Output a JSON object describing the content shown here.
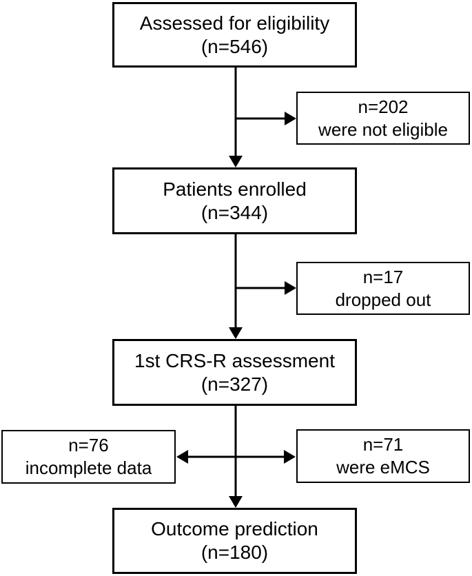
{
  "flowchart": {
    "background_color": "#ffffff",
    "box_fill_color": "#ffffff",
    "border_color": "#000000",
    "text_color": "#000000",
    "arrow_color": "#000000",
    "nodes": {
      "assessed": {
        "line1": "Assessed for eligibility",
        "line2": "(n=546)"
      },
      "not_eligible": {
        "line1": "n=202",
        "line2": "were not eligible"
      },
      "enrolled": {
        "line1": "Patients enrolled",
        "line2": "(n=344)"
      },
      "dropped_out": {
        "line1": "n=17",
        "line2": "dropped out"
      },
      "crsr_assessment": {
        "line1": "1st CRS-R assessment",
        "line2": "(n=327)"
      },
      "incomplete_data": {
        "line1": "n=76",
        "line2": "incomplete data"
      },
      "emcs": {
        "line1": "n=71",
        "line2": "were eMCS"
      },
      "outcome": {
        "line1": "Outcome prediction",
        "line2": "(n=180)"
      }
    },
    "edges": [
      {
        "from": "assessed",
        "to": "enrolled",
        "type": "arrow-down"
      },
      {
        "from": "assessed",
        "to": "not_eligible",
        "type": "arrow-right-branch"
      },
      {
        "from": "enrolled",
        "to": "crsr_assessment",
        "type": "arrow-down"
      },
      {
        "from": "enrolled",
        "to": "dropped_out",
        "type": "arrow-right-branch"
      },
      {
        "from": "crsr_assessment",
        "to": "outcome",
        "type": "arrow-down"
      },
      {
        "from": "crsr_assessment",
        "to": "incomplete_data",
        "type": "arrow-left-branch"
      },
      {
        "from": "crsr_assessment",
        "to": "emcs",
        "type": "arrow-right-branch"
      }
    ]
  }
}
